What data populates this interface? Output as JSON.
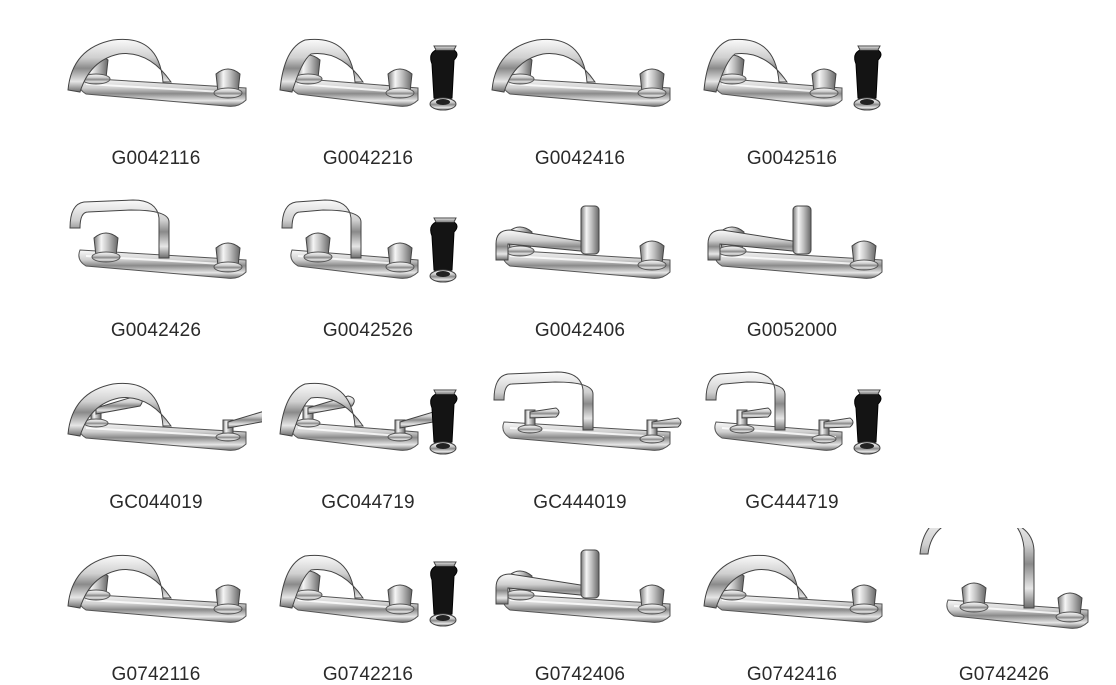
{
  "rows": [
    {
      "items": [
        {
          "sku": "G0042116",
          "spout": "swing-low",
          "sprayer": false,
          "handles": "knob"
        },
        {
          "sku": "G0042216",
          "spout": "swing-low",
          "sprayer": true,
          "handles": "knob"
        },
        {
          "sku": "G0042416",
          "spout": "swing-low",
          "sprayer": false,
          "handles": "knob"
        },
        {
          "sku": "G0042516",
          "spout": "swing-low",
          "sprayer": true,
          "handles": "knob"
        }
      ]
    },
    {
      "items": [
        {
          "sku": "G0042426",
          "spout": "high-arc",
          "sprayer": false,
          "handles": "knob"
        },
        {
          "sku": "G0042526",
          "spout": "high-arc",
          "sprayer": true,
          "handles": "knob"
        },
        {
          "sku": "G0042406",
          "spout": "straight",
          "sprayer": false,
          "handles": "knob"
        },
        {
          "sku": "G0052000",
          "spout": "straight",
          "sprayer": false,
          "handles": "knob"
        }
      ]
    },
    {
      "items": [
        {
          "sku": "GC044019",
          "spout": "swing-low",
          "sprayer": false,
          "handles": "wrist-blade"
        },
        {
          "sku": "GC044719",
          "spout": "swing-low",
          "sprayer": true,
          "handles": "wrist-blade"
        },
        {
          "sku": "GC444019",
          "spout": "high-arc",
          "sprayer": false,
          "handles": "lever"
        },
        {
          "sku": "GC444719",
          "spout": "high-arc",
          "sprayer": true,
          "handles": "lever"
        }
      ]
    },
    {
      "items": [
        {
          "sku": "G0742116",
          "spout": "swing-low",
          "sprayer": false,
          "handles": "knob"
        },
        {
          "sku": "G0742216",
          "spout": "swing-low",
          "sprayer": true,
          "handles": "knob"
        },
        {
          "sku": "G0742406",
          "spout": "straight",
          "sprayer": false,
          "handles": "knob"
        },
        {
          "sku": "G0742416",
          "spout": "swing-low",
          "sprayer": false,
          "handles": "knob"
        },
        {
          "sku": "G0742426",
          "spout": "gooseneck",
          "sprayer": false,
          "handles": "knob"
        }
      ]
    }
  ],
  "colors": {
    "chrome_light": "#f4f4f4",
    "chrome_mid": "#b9b9b9",
    "chrome_dark": "#5a5a5a",
    "sprayer_black": "#141414",
    "label_text": "#2a2a2a"
  }
}
